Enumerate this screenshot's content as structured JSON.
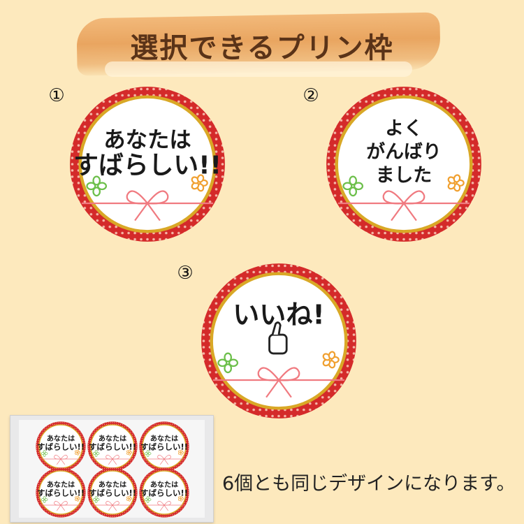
{
  "title": "選択できるプリン枠",
  "options": [
    {
      "number": "①",
      "lines": [
        "あなたは",
        "すばらしい!!"
      ]
    },
    {
      "number": "②",
      "lines": [
        "よく",
        "がんばり",
        "ました"
      ]
    },
    {
      "number": "③",
      "lines": [
        "いいね!"
      ]
    }
  ],
  "caption": "6個とも同じデザインになります。",
  "colors": {
    "frame": "#d42a2a",
    "gold": "#d9a826",
    "ribbon": "#f07a80",
    "leaf": "#6cbf4a",
    "flower": "#f0a030"
  }
}
